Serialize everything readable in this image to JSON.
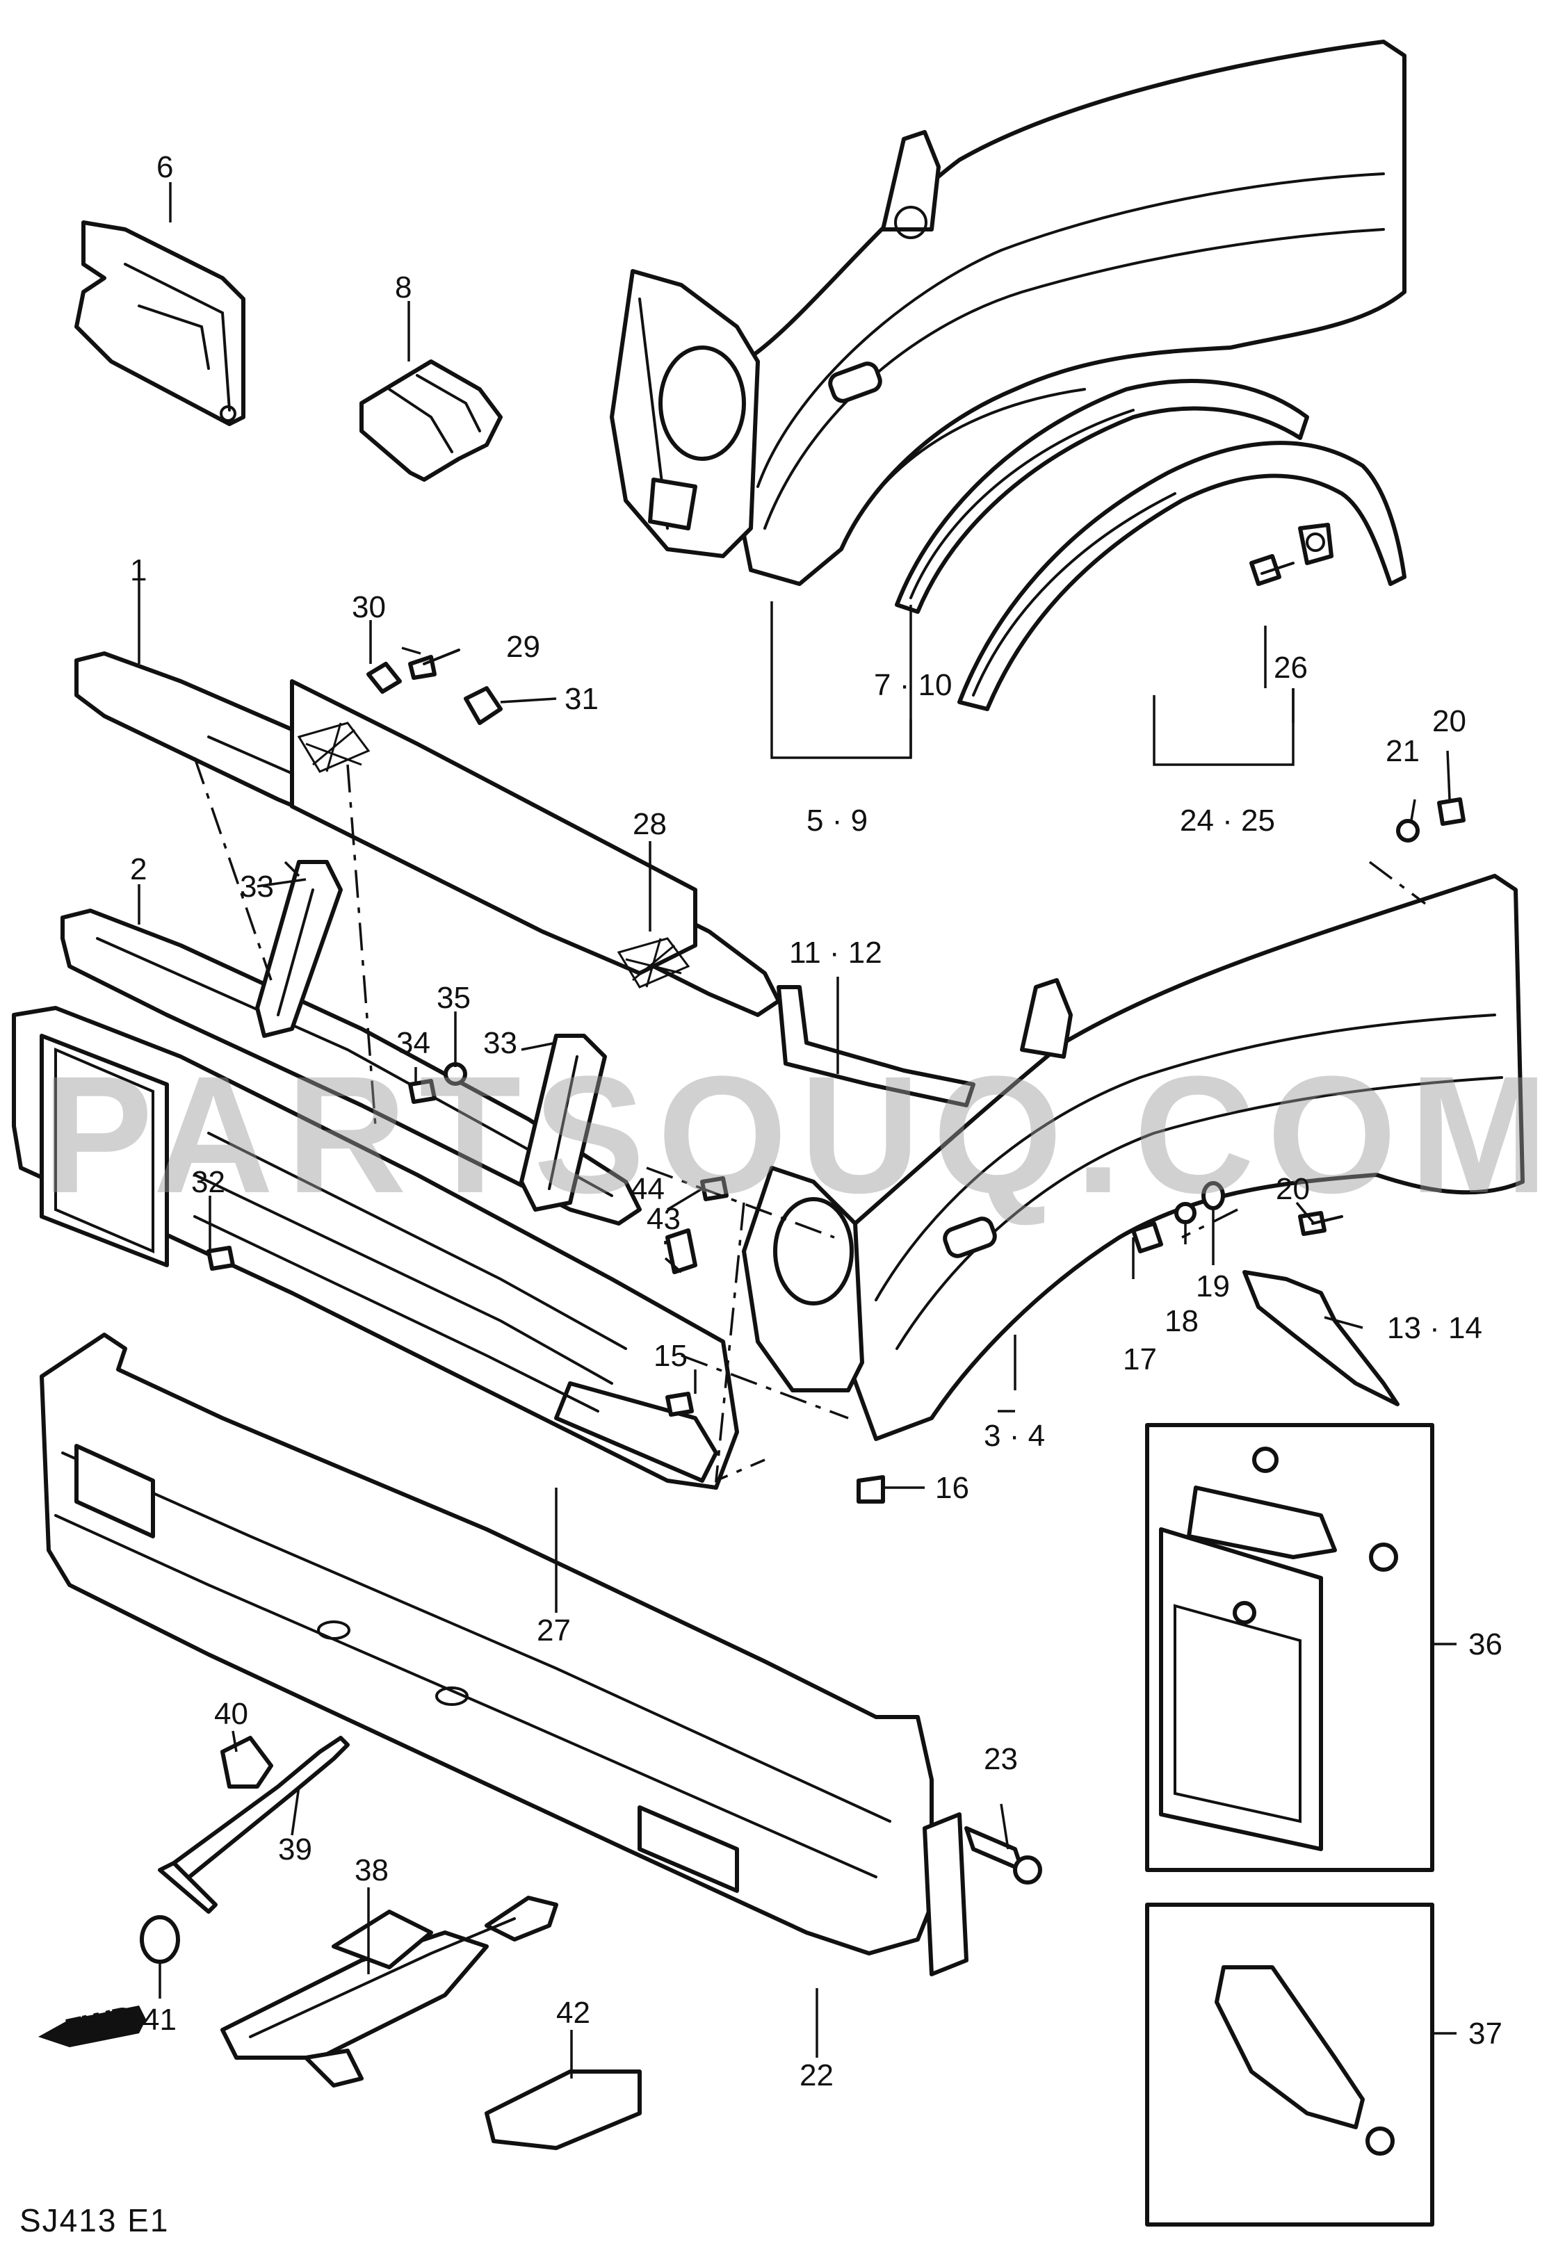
{
  "diagram": {
    "code": "SJ413 E1",
    "watermark": "PARTSOUQ.COM",
    "fwd_label": "FWD",
    "callouts": {
      "c1": "1",
      "c2": "2",
      "c3_4": "3 · 4",
      "c5_9": "5 · 9",
      "c6": "6",
      "c7_10": "7 · 10",
      "c8": "8",
      "c11_12": "11 · 12",
      "c13_14": "13 · 14",
      "c15": "15",
      "c16": "16",
      "c17": "17",
      "c18": "18",
      "c19": "19",
      "c20a": "20",
      "c20b": "20",
      "c21": "21",
      "c22": "22",
      "c23": "23",
      "c24_25": "24 · 25",
      "c26": "26",
      "c27": "27",
      "c28": "28",
      "c29": "29",
      "c30": "30",
      "c31": "31",
      "c32": "32",
      "c33a": "33",
      "c33b": "33",
      "c34": "34",
      "c35": "35",
      "c36": "36",
      "c37": "37",
      "c38": "38",
      "c39": "39",
      "c40": "40",
      "c41": "41",
      "c42": "42",
      "c43": "43",
      "c44": "44"
    }
  }
}
